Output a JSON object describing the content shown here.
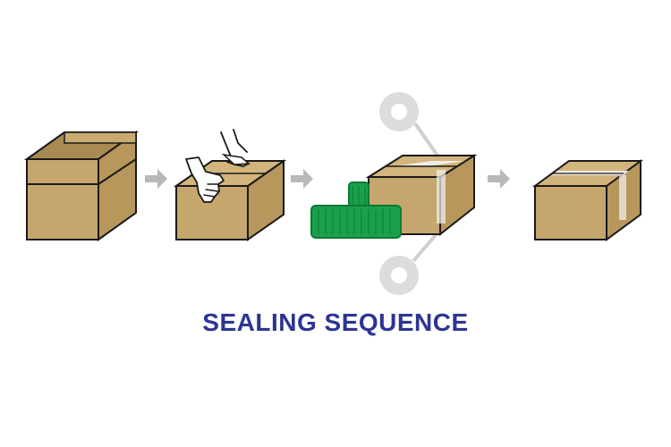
{
  "caption": "SEALING SEQUENCE",
  "colors": {
    "box_front": "#c5a66c",
    "box_side": "#b8975c",
    "box_top": "#d2b47c",
    "box_inner": "#a88a52",
    "outline": "#1a1a1a",
    "arrow": "#b8b8b8",
    "machine_green": "#1aa04a",
    "machine_dark": "#0d7a35",
    "tape_roll": "#dcdcdc",
    "tape_strip": "#f2f2f2",
    "caption": "#2c3592"
  },
  "steps": [
    {
      "name": "open-box",
      "icon": "open-box-icon"
    },
    {
      "name": "fold-flaps",
      "icon": "hands-folding-flaps-icon"
    },
    {
      "name": "tape-sealing",
      "icon": "tape-sealing-machine-icon"
    },
    {
      "name": "sealed-box",
      "icon": "sealed-box-icon"
    }
  ]
}
